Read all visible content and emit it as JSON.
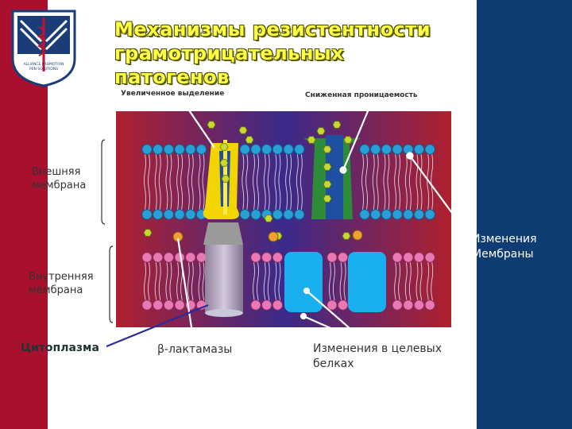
{
  "title": [
    "Механизмы резистентности",
    "грамотрицательных",
    "патогенов"
  ],
  "labels": {
    "increased_efflux": "Увеличенное выделение",
    "reduced_permeability": "Сниженная проницаемость",
    "outer_membrane": [
      "Внешняя",
      "мембрана"
    ],
    "inner_membrane": [
      "Внутренняя",
      "мембрана"
    ],
    "cytoplasm": "Цитоплазма",
    "beta_lactamases": "β-лактамазы",
    "target_protein_changes": [
      "Изменения в целевых",
      "белках"
    ],
    "membrane_changes": [
      "Изменения",
      "Мембраны"
    ]
  },
  "logo": {
    "text": [
      "ALLIANCE PROMOTION",
      "PEN SOLUTIONS"
    ]
  },
  "colors": {
    "left_band": "#a8102e",
    "right_band": "#0f3d73",
    "title": "#ffff44",
    "outer_lipid": "#2a9fd6",
    "inner_lipid": "#e879b5",
    "efflux_pump": "#f2d400",
    "porin": "#2e8b3a",
    "target_protein": "#1ab0f0"
  }
}
